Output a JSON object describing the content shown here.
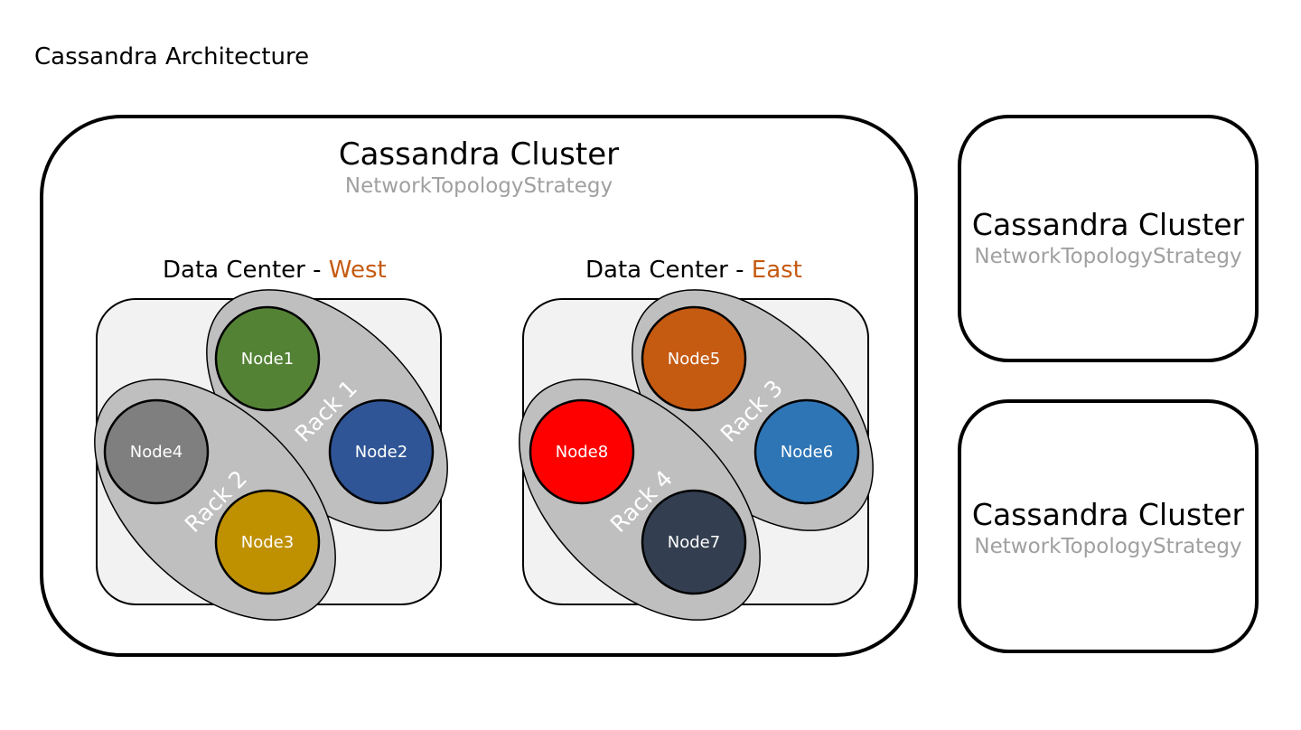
{
  "page": {
    "title": "Cassandra Architecture"
  },
  "clusters": [
    {
      "title": "Cassandra Cluster",
      "strategy": "NetworkTopologyStrategy"
    },
    {
      "title": "Cassandra Cluster",
      "strategy": "NetworkTopologyStrategy"
    },
    {
      "title": "Cassandra Cluster",
      "strategy": "NetworkTopologyStrategy"
    }
  ],
  "data_centers": {
    "west": {
      "prefix": "Data Center - ",
      "region": "West",
      "region_color": "#c55a11"
    },
    "east": {
      "prefix": "Data Center - ",
      "region": "East",
      "region_color": "#c55a11"
    }
  },
  "racks": [
    {
      "label": "Rack 1",
      "data_center": "West",
      "nodes": [
        "Node1",
        "Node2"
      ]
    },
    {
      "label": "Rack 2",
      "data_center": "West",
      "nodes": [
        "Node4",
        "Node3"
      ]
    },
    {
      "label": "Rack 3",
      "data_center": "East",
      "nodes": [
        "Node5",
        "Node6"
      ]
    },
    {
      "label": "Rack 4",
      "data_center": "East",
      "nodes": [
        "Node8",
        "Node7"
      ]
    }
  ],
  "nodes": [
    {
      "label": "Node1",
      "color": "#548235"
    },
    {
      "label": "Node2",
      "color": "#2f5597"
    },
    {
      "label": "Node3",
      "color": "#bf9000"
    },
    {
      "label": "Node4",
      "color": "#7f7f7f"
    },
    {
      "label": "Node5",
      "color": "#c55a11"
    },
    {
      "label": "Node6",
      "color": "#2e75b6"
    },
    {
      "label": "Node7",
      "color": "#333f50"
    },
    {
      "label": "Node8",
      "color": "#ff0000"
    }
  ],
  "colors": {
    "rack_fill": "#bfbfbf",
    "dc_fill": "#f2f2f2",
    "strategy_text": "#a0a0a0"
  }
}
